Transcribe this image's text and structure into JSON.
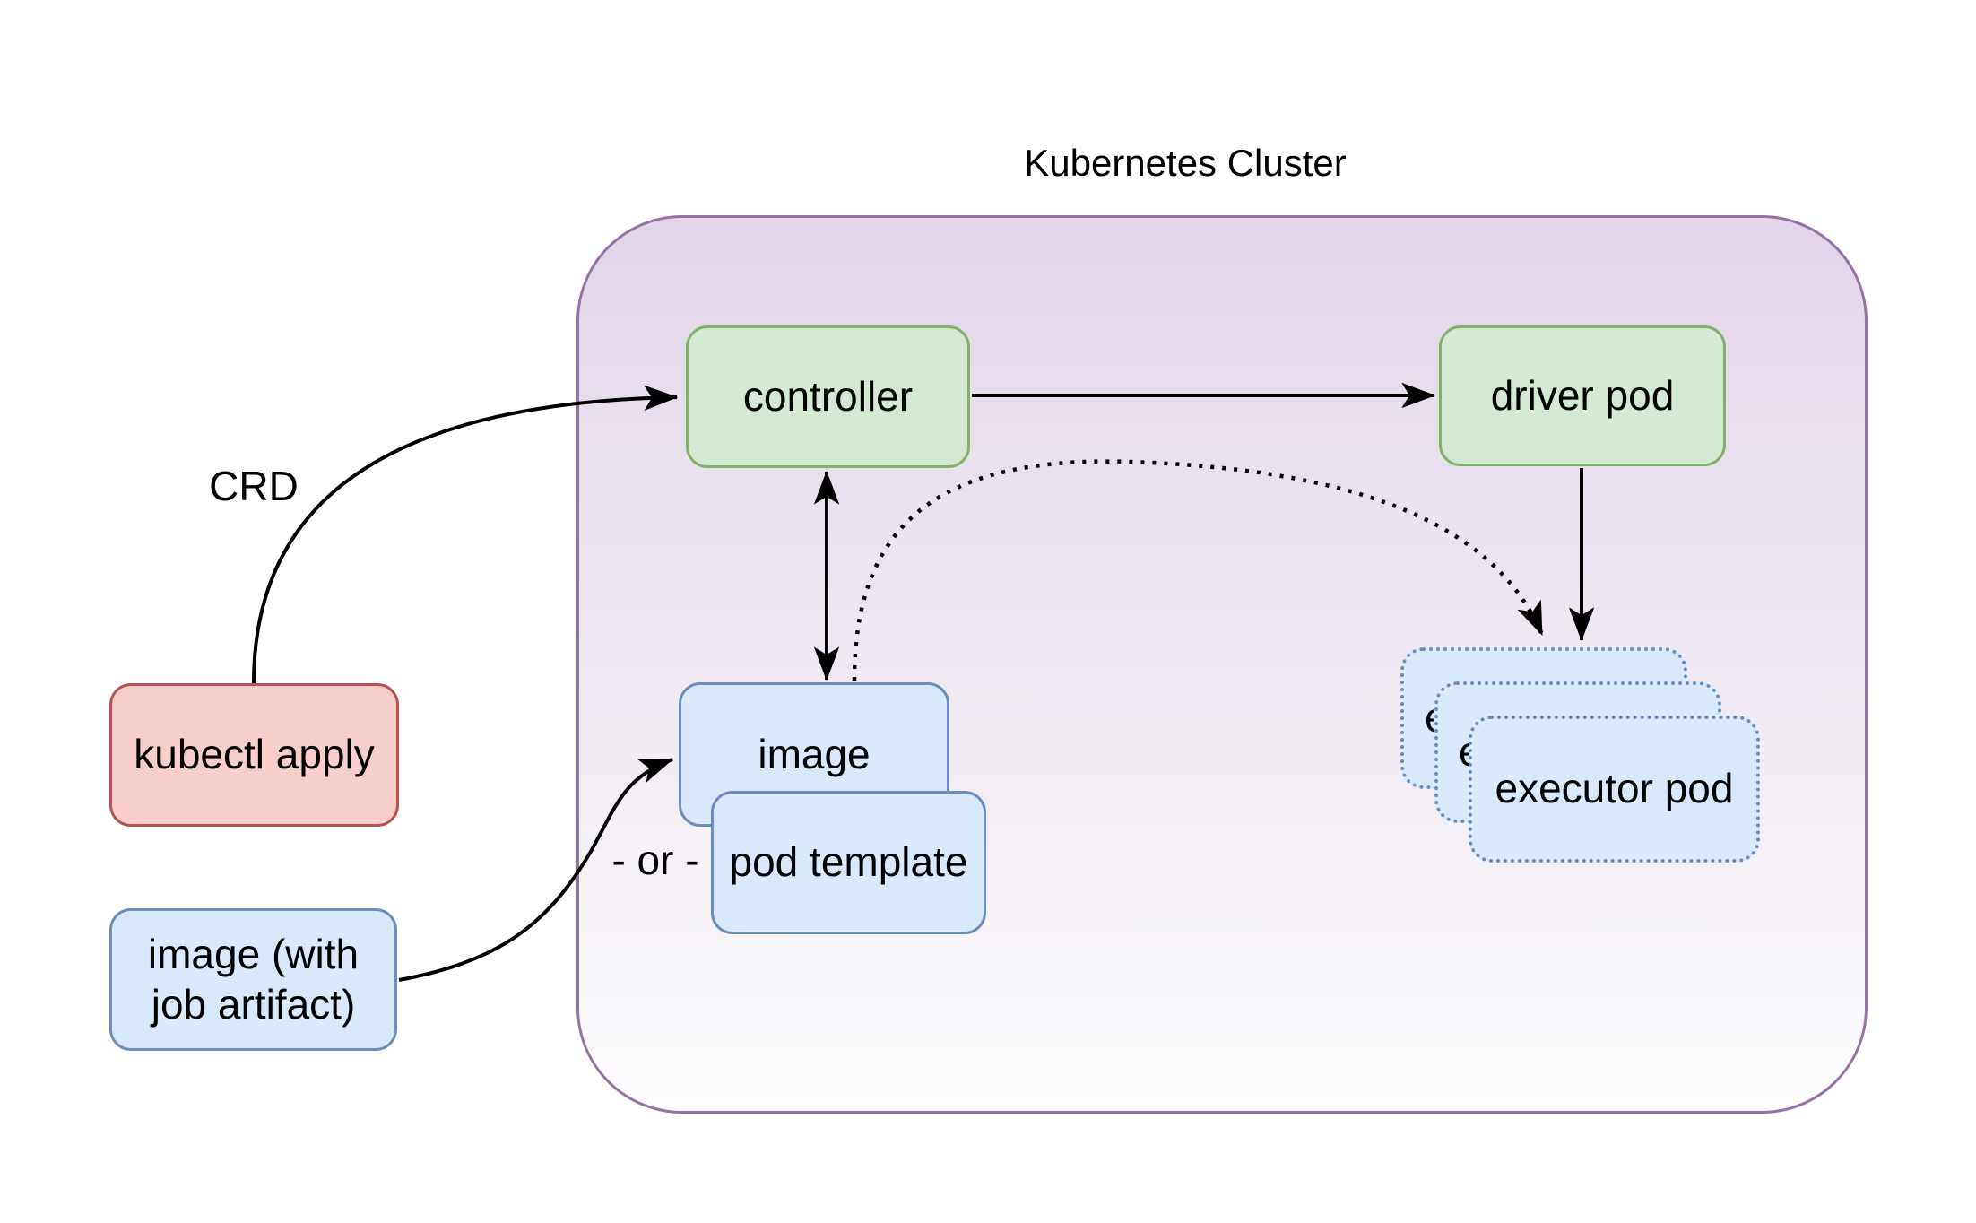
{
  "diagram": {
    "title": "Kubernetes Cluster",
    "nodes": {
      "controller": {
        "label": "controller"
      },
      "driver_pod": {
        "label": "driver pod"
      },
      "kubectl_apply": {
        "label": "kubectl apply"
      },
      "image_with_artifact": {
        "label": "image (with job artifact)"
      },
      "image": {
        "label": "image"
      },
      "pod_template": {
        "label": "pod template"
      },
      "executor_pod_back": {
        "label": "executor pod"
      },
      "executor_pod_middle": {
        "label": "executor pod"
      },
      "executor_pod_front": {
        "label": "executor pod"
      }
    },
    "edge_labels": {
      "crd": "CRD",
      "or": "- or -"
    },
    "edges": [
      "kubectl apply -> controller (CRD)",
      "controller -> driver pod",
      "controller <-> image",
      "driver pod -> executor pods",
      "image -> executor pods (dotted)",
      "image (with job artifact) -> image / pod template (- or -)"
    ],
    "colors": {
      "cluster_fill_top": "#e1d5e7",
      "cluster_fill_bottom": "#fdfcfe",
      "cluster_border": "#9673a6",
      "green_fill": "#d5e8d4",
      "green_border": "#82b366",
      "blue_fill": "#dae8fc",
      "blue_border": "#6c8ebf",
      "red_fill": "#f8cecc",
      "red_border": "#b85450",
      "arrow": "#000000",
      "text": "#000000"
    }
  }
}
